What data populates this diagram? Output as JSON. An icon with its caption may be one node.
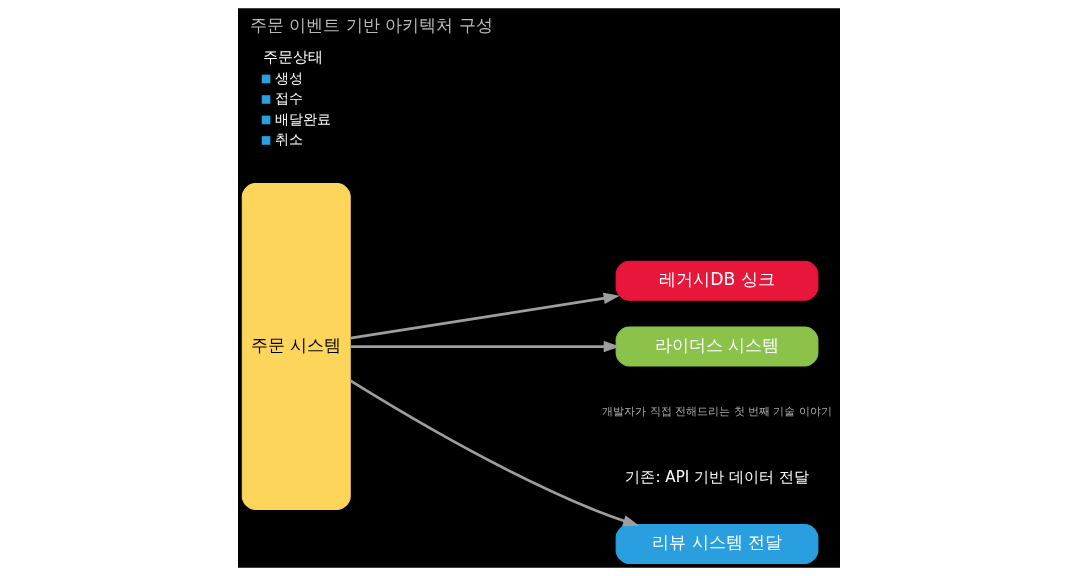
{
  "diagram": {
    "title": "주문 이벤트 기반 아키텍처 구성",
    "nodes": [
      {
        "text": [
          "주문 시스템"
        ]
      },
      {
        "text": [
          "리뷰 시스템 전달"
        ]
      },
      {
        "text": [
          "레거시DB 싱크"
        ]
      },
      {
        "text": [
          "라이더스 시스템"
        ]
      }
    ],
    "edges": [
      {
        "from": 0,
        "to": 1,
        "arrow": "to"
      },
      {
        "from": 0,
        "to": 2,
        "arrow": "to"
      },
      {
        "from": 0,
        "to": 3,
        "arrow": "to"
      }
    ],
    "labels": [
      "기존: API 기반 데이터 전달",
      "주문상태",
      "생성",
      "접수",
      "배달완료",
      "취소",
      "개발자가 직접 전해드리는 첫 번째 기술 이야기"
    ]
  }
}
